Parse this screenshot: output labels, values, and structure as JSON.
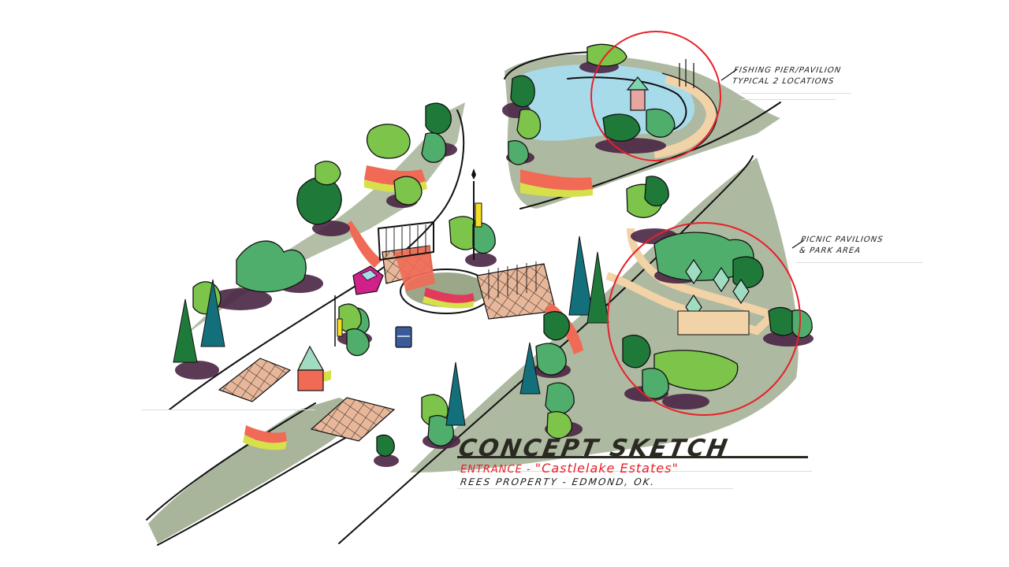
{
  "sketch": {
    "title": "CONCEPT SKETCH",
    "subtitle_prefix": "ENTRANCE - ",
    "subtitle_name": "\"Castlelake Estates\"",
    "byline": "REES PROPERTY - EDMOND, OK.",
    "annotations": {
      "fishing_line1": "FISHING PIER/PAVILION",
      "fishing_line2": "TYPICAL 2 LOCATIONS",
      "picnic_line1": "PICNIC PAVILIONS",
      "picnic_line2": "& PARK AREA"
    },
    "colors": {
      "highlight_circle": "#e8202a",
      "grass": "#9aa889",
      "tree_light": "#7cc44a",
      "tree_mid": "#4fae6b",
      "tree_dark": "#1f7a3a",
      "shadow": "#4a2544",
      "water": "#a8dbe9",
      "paving": "#e8b79a",
      "bed_red": "#f06a55",
      "bed_yellow": "#d6e04a",
      "path": "#f2d3a8",
      "car_magenta": "#d0208a",
      "car_blue": "#3a5a9a",
      "banner_yellow": "#f5e020"
    }
  }
}
